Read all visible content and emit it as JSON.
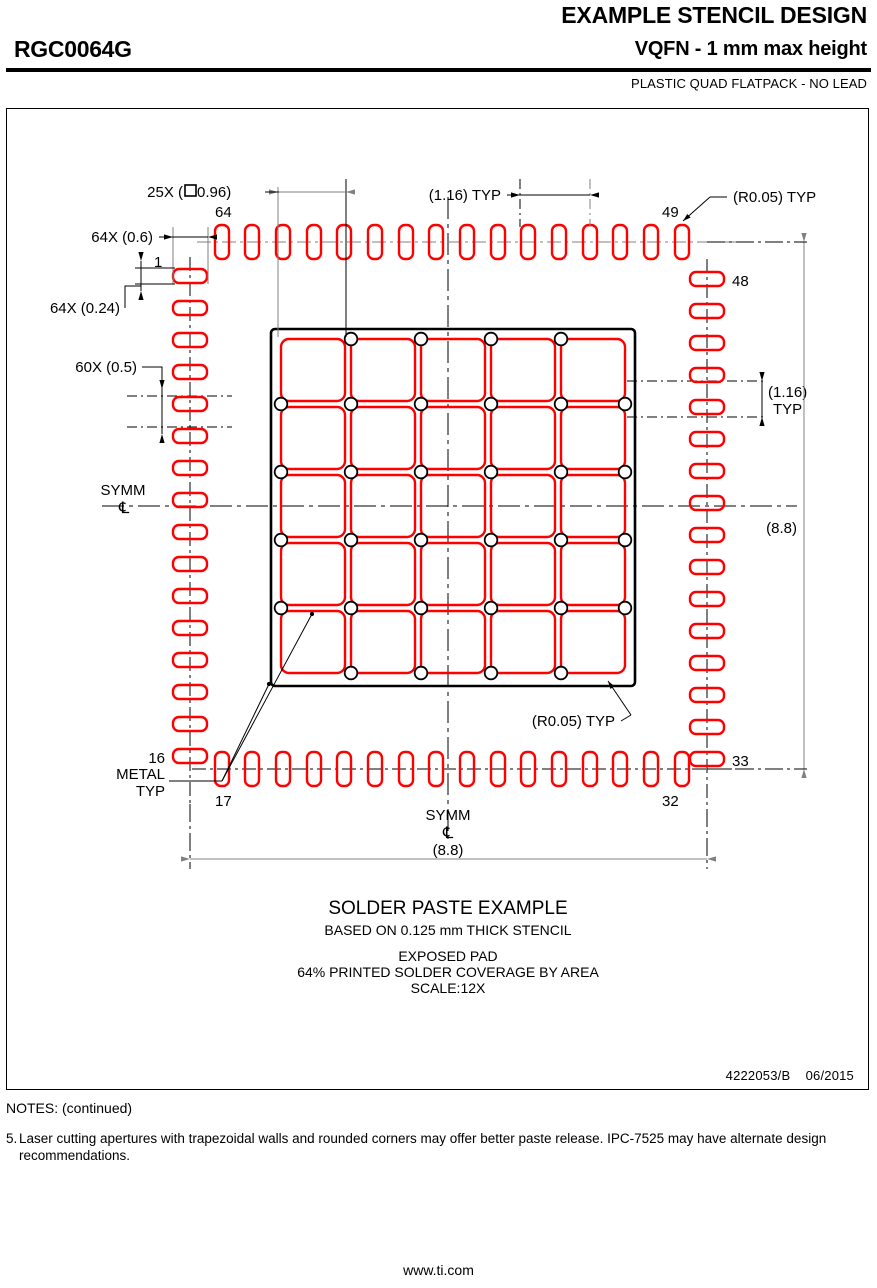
{
  "header": {
    "title": "EXAMPLE STENCIL DESIGN",
    "part_number": "RGC0064G",
    "package": "VQFN - 1 mm max height",
    "subtitle": "PLASTIC QUAD FLATPACK - NO LEAD"
  },
  "drawing": {
    "doc_number": "4222053/B",
    "doc_date": "06/2015",
    "dimensions": {
      "aperture_25x": "25X (",
      "aperture_25x_val": "0.96)",
      "pad_64x_width": "64X (0.6)",
      "pad_64x_height": "64X (0.24)",
      "pitch_60x": "60X (0.5)",
      "pitch_typ_top": "(1.16) TYP",
      "pitch_typ_right_1": "(1.16)",
      "pitch_typ_right_2": "TYP",
      "radius_typ_top": "(R0.05) TYP",
      "radius_typ_bottom": "(R0.05) TYP",
      "overall_width": "(8.8)",
      "overall_height": "(8.8)"
    },
    "pin_labels": {
      "pin_1": "1",
      "pin_16": "16",
      "pin_17": "17",
      "pin_32": "32",
      "pin_33": "33",
      "pin_48": "48",
      "pin_49": "49",
      "pin_64": "64"
    },
    "symm_left": "SYMM",
    "symm_bottom": "SYMM",
    "centerline_glyph": "℄",
    "metal_label_line1": "METAL",
    "metal_label_line2": "TYP",
    "caption": {
      "line1": "SOLDER PASTE EXAMPLE",
      "line2": "BASED ON 0.125 mm THICK STENCIL",
      "line3": "EXPOSED PAD",
      "line4": "64% PRINTED SOLDER COVERAGE BY AREA",
      "line5": "SCALE:12X"
    }
  },
  "notes": {
    "heading": "NOTES: (continued)",
    "items": [
      {
        "number": "5.",
        "text": "Laser cutting apertures with trapezoidal walls and rounded corners may offer better paste release. IPC-7525 may have alternate design recommendations."
      }
    ]
  },
  "footer": {
    "url": "www.ti.com"
  },
  "colors": {
    "aperture_red": "#FF0000",
    "outline_black": "#000000",
    "dimension_gray": "#808080"
  }
}
